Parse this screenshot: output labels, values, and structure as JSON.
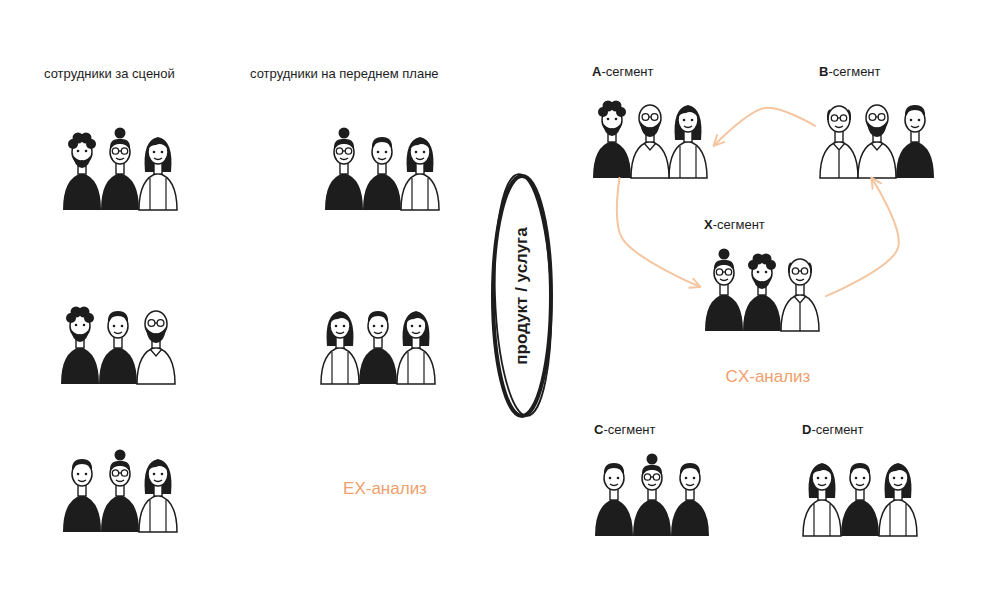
{
  "diagram": {
    "nodes": [
      {
        "text": [
          "продукт / услуга"
        ]
      },
      {
        "text": [
          "A-сегмент"
        ]
      },
      {
        "text": [
          "B-сегмент"
        ]
      },
      {
        "text": [
          "X-сегмент"
        ]
      },
      {
        "text": [
          "C-сегмент"
        ]
      },
      {
        "text": [
          "D-сегмент"
        ]
      }
    ],
    "edges": [
      {
        "from": 2,
        "to": 1,
        "arrow": "to"
      },
      {
        "from": 1,
        "to": 3,
        "arrow": "to"
      },
      {
        "from": 3,
        "to": 2,
        "arrow": "to"
      }
    ],
    "labels": [
      "сотрудники за сценой",
      "сотрудники на переднем плане",
      "EX-анализ",
      "CX-анализ"
    ]
  }
}
